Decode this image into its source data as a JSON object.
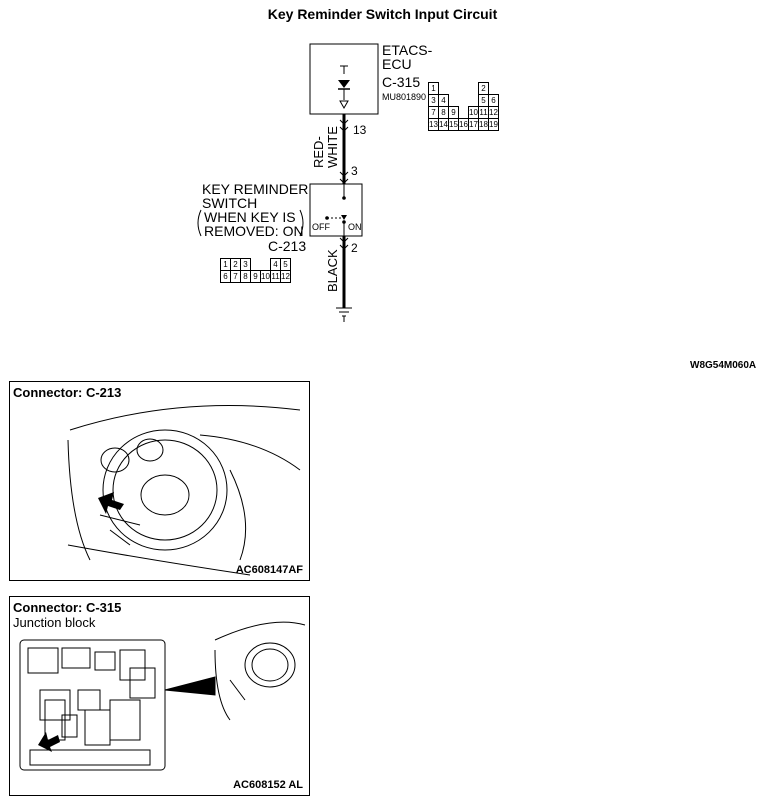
{
  "diagram": {
    "title": "Key Reminder Switch Input Circuit",
    "ecu": {
      "name_line1": "ETACS-",
      "name_line2": "ECU",
      "connector": "C-315",
      "part_no": "MU801890",
      "pin_top": "13"
    },
    "wire_upper": {
      "line1": "RED-",
      "line2": "WHITE"
    },
    "wire_lower": "BLACK",
    "switch": {
      "name_line1": "KEY REMINDER",
      "name_line2": "SWITCH",
      "cond_line1": "WHEN KEY IS",
      "cond_line2": "REMOVED: ON",
      "connector": "C-213",
      "pin_in": "3",
      "pin_out": "2",
      "off_label": "OFF",
      "on_label": "ON"
    },
    "c315_pins": {
      "row1": [
        "1",
        "",
        "",
        "",
        "",
        "2",
        ""
      ],
      "row2": [
        "3",
        "4",
        "",
        "",
        "",
        "5",
        "6"
      ],
      "row3": [
        "7",
        "8",
        "9",
        "",
        "10",
        "11",
        "12"
      ],
      "row4": [
        "13",
        "14",
        "15",
        "16",
        "17",
        "18",
        "19"
      ]
    },
    "c213_pins": {
      "row1": [
        "1",
        "2",
        "3",
        "",
        "",
        "4",
        "5"
      ],
      "row2": [
        "6",
        "7",
        "8",
        "9",
        "10",
        "11",
        "12"
      ]
    },
    "ref_code": "W8G54M060A"
  },
  "panel1": {
    "title": "Connector: C-213",
    "code": "AC608147AF"
  },
  "panel2": {
    "title": "Connector: C-315",
    "subtitle": "Junction block",
    "code": "AC608152 AL"
  }
}
